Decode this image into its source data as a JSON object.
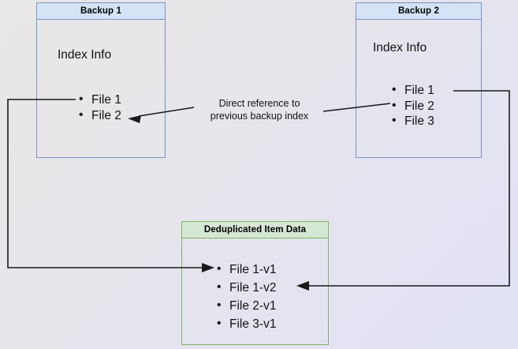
{
  "diagram": {
    "title_hidden": "",
    "background": {
      "gradient_from": "#e9e7e7",
      "gradient_to": "#e2e2f7"
    },
    "colors": {
      "blue_border": "#7693c4",
      "blue_header_fill": "#d5e3f7",
      "green_border": "#82b366",
      "green_header_fill": "#d5e8d4",
      "edge": "#1a1a1a"
    },
    "boxes": [
      {
        "id": "backup-1",
        "header": "Backup 1",
        "body_label": "Index Info",
        "items": [
          "File 1",
          "File 2"
        ]
      },
      {
        "id": "backup-2",
        "header": "Backup 2",
        "body_label": "Index Info",
        "items": [
          "File 1",
          "File 2",
          "File 3"
        ]
      },
      {
        "id": "deduplicated-item-data",
        "header": "Deduplicated Item Data",
        "body_label": "",
        "items": [
          "File 1-v1",
          "File 1-v2",
          "File 2-v1",
          "File 3-v1"
        ]
      }
    ],
    "annotations": {
      "direct_reference_line_1": "Direct reference to",
      "direct_reference_line_2": "previous backup index"
    }
  }
}
